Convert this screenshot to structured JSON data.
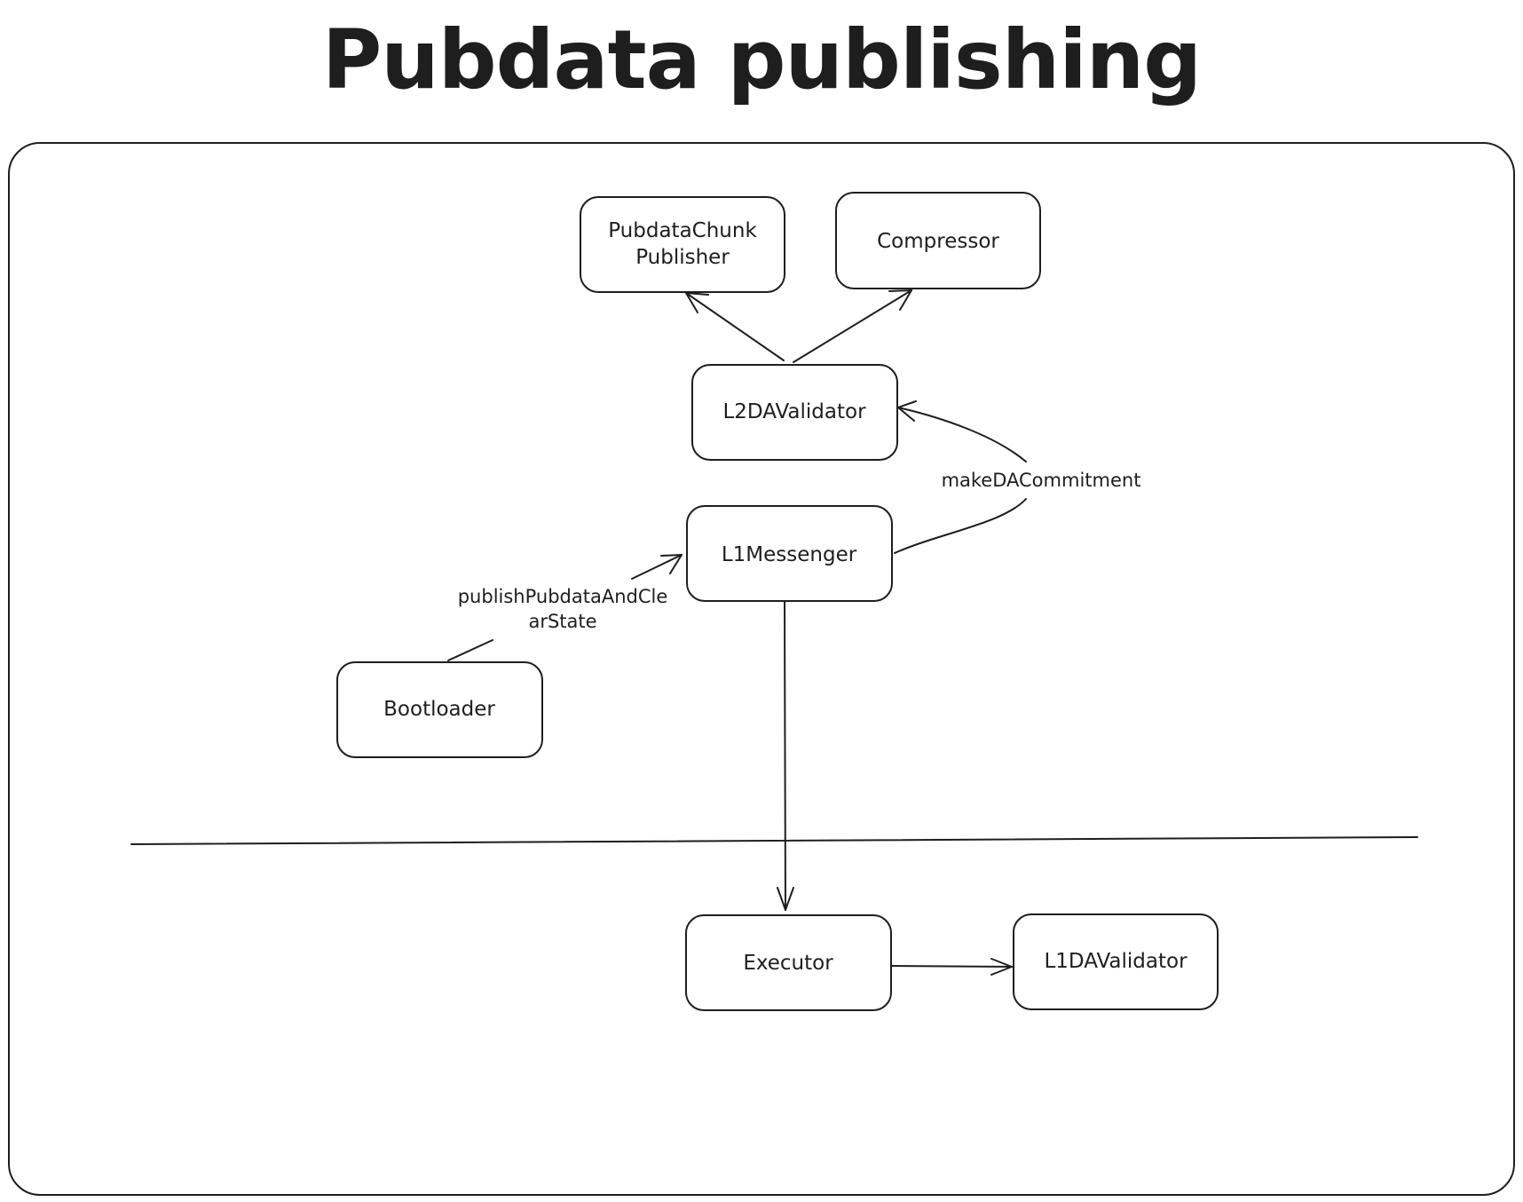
{
  "title": "Pubdata publishing",
  "nodes": {
    "pubdata_chunk_publisher": [
      "PubdataChunk",
      "Publisher"
    ],
    "compressor": "Compressor",
    "l2_da_validator": "L2DAValidator",
    "l1_messenger": "L1Messenger",
    "bootloader": "Bootloader",
    "executor": "Executor",
    "l1_da_validator": "L1DAValidator"
  },
  "edges": {
    "make_da_commitment": "makeDACommitment",
    "publish_pubdata": [
      "publishPubdataAndCle",
      "arState"
    ]
  }
}
